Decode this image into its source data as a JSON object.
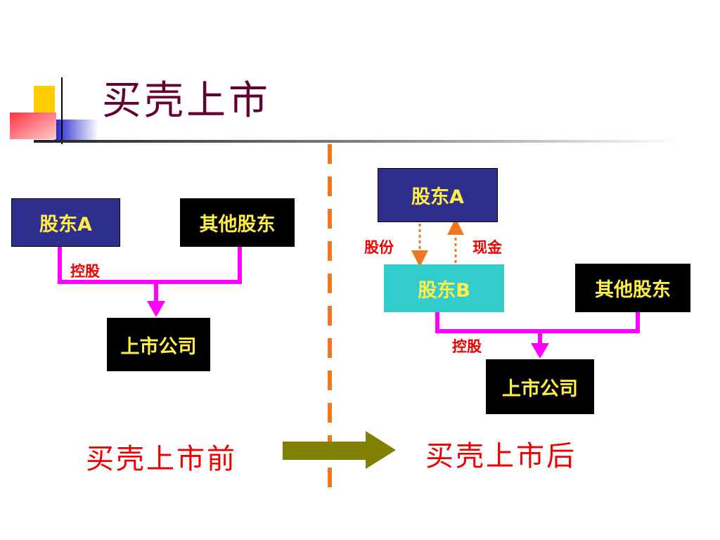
{
  "slide": {
    "title": "买壳上市"
  },
  "before": {
    "shareholder_a": "股东A",
    "other_shareholders": "其他股东",
    "control_label": "控股",
    "listed_company": "上市公司",
    "caption": "买壳上市前"
  },
  "after": {
    "shareholder_a": "股东A",
    "shares_label": "股份",
    "cash_label": "现金",
    "shareholder_b": "股东B",
    "other_shareholders": "其他股东",
    "control_label": "控股",
    "listed_company": "上市公司",
    "caption": "买壳上市后"
  },
  "colors": {
    "title": "#660033",
    "connector": "#ff00ff",
    "divider": "#ee7722",
    "arrow": "#808000",
    "label_red": "#ee0000",
    "box_text": "#ffee44"
  }
}
